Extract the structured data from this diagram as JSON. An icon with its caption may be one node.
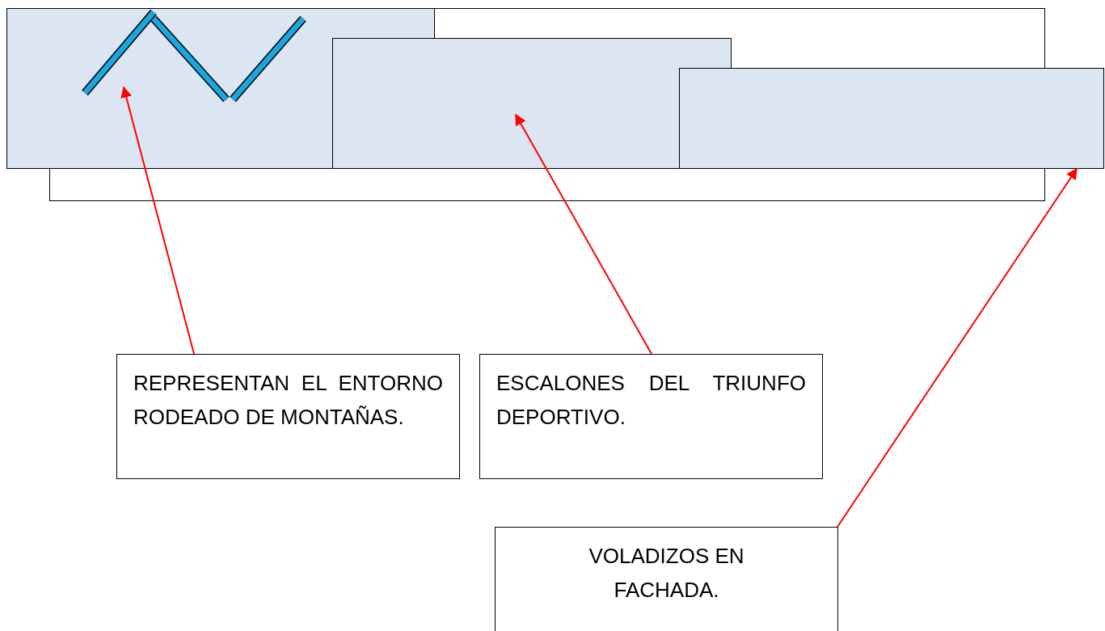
{
  "diagram": {
    "nodes": [
      {
        "text": [],
        "shape": "picture"
      },
      {
        "text": [],
        "shape": "box"
      },
      {
        "text": [],
        "shape": "box"
      },
      {
        "text": [
          "REPRESENTAN EL ENTORNO RODEADO DE MONTAÑAS."
        ]
      },
      {
        "text": [
          "ESCALONES DEL TRIUNFO DEPORTIVO."
        ]
      },
      {
        "text": [
          "VOLADIZOS EN FACHADA."
        ]
      }
    ],
    "edges": [
      {
        "from": 3,
        "to": 0,
        "arrow": "to"
      },
      {
        "from": 4,
        "to": 1,
        "arrow": "to"
      },
      {
        "from": 5,
        "to": 2,
        "arrow": "to"
      }
    ]
  }
}
